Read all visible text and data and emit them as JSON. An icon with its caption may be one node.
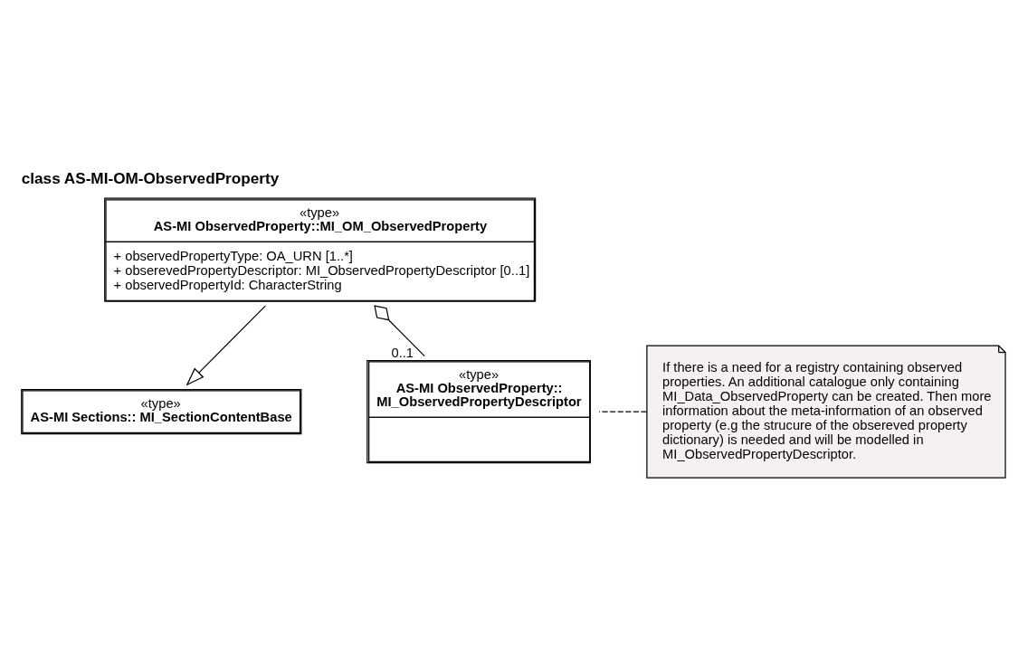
{
  "diagram": {
    "title": "class AS-MI-OM-ObservedProperty",
    "nodes": [
      {
        "text": [
          "«type»",
          "AS-MI Sections:: MI_SectionContentBase"
        ]
      },
      {
        "text": [
          "«type»",
          "AS-MI ObservedProperty::MI_OM_ObservedProperty",
          "+ observedPropertyType: OA_URN [1..*]",
          "+ obserevedPropertyDescriptor: MI_ObservedPropertyDescriptor [0..1]",
          "+ observedPropertyId: CharacterString"
        ]
      },
      {
        "text": [
          "If there is a need for a registry containing observed properties. An additional catalogue only containing MI_Data_ObservedProperty can be created. Then more information about the meta-information of an observed property (e.g the strucure of the obsereved property dictionary) is needed and will be modelled in MI_ObservedPropertyDescriptor."
        ]
      },
      {
        "text": [
          "«type»",
          "AS-MI ObservedProperty:: MI_ObservedPropertyDescriptor"
        ]
      }
    ],
    "edges": [
      {
        "from": 1,
        "to": 0,
        "arrow": "to"
      },
      {
        "from": 1,
        "to": 3,
        "arrow": "other",
        "label": "0..1"
      },
      {
        "from": 2,
        "to": 3,
        "arrow": "none",
        "style": "dashed"
      }
    ]
  }
}
